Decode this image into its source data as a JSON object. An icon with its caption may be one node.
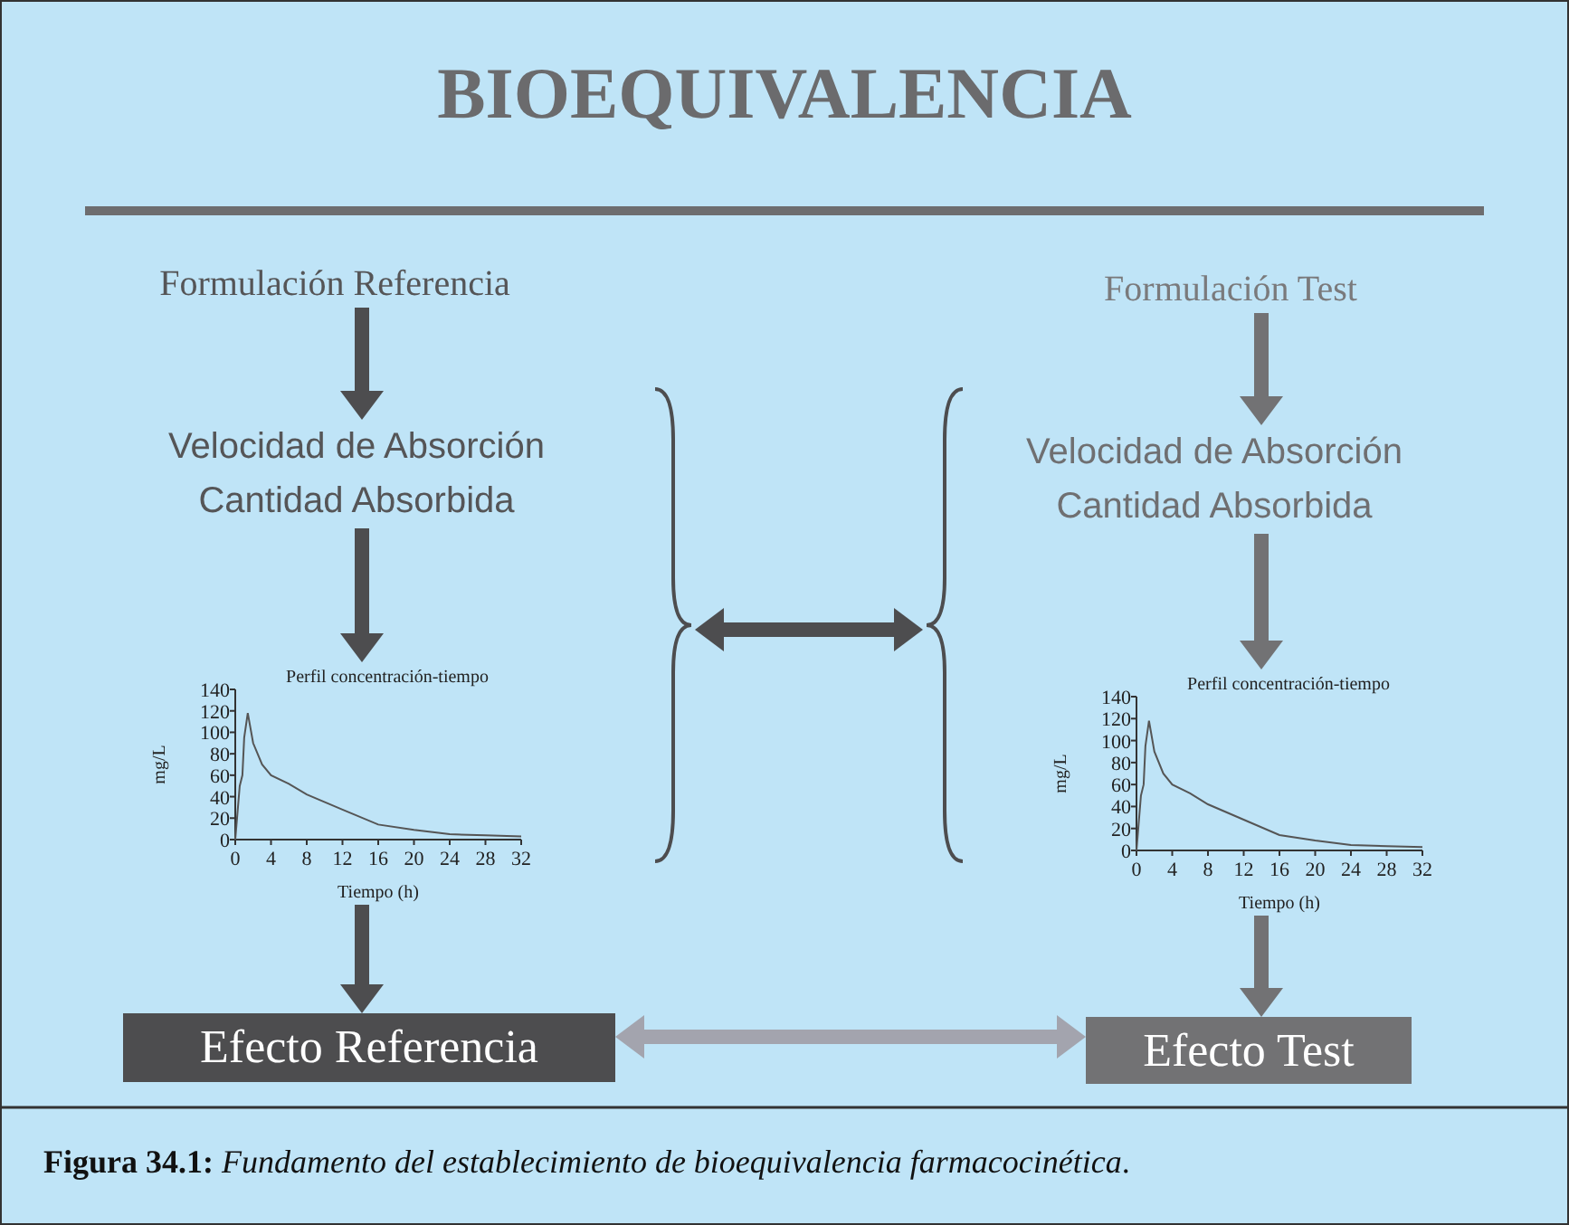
{
  "diagram": {
    "title": "BIOEQUIVALENCIA",
    "caption": "**Figura 34.1:** *Fundamento del establecimiento de bioequivalencia farmacocinética*.",
    "nodes": [
      {
        "text": [
          "Formulación Referencia"
        ]
      },
      {
        "text": [
          "Velocidad de Absorción",
          "Cantidad Absorbida"
        ]
      },
      {
        "text": [],
        "shape": "picture"
      },
      {
        "text": [
          "Efecto Referencia"
        ]
      },
      {
        "text": [],
        "shape": "brace"
      },
      {
        "text": [],
        "shape": "brace"
      },
      {
        "text": [
          "Formulación Test"
        ]
      },
      {
        "text": [
          "Velocidad de Absorción",
          "Cantidad Absorbida"
        ]
      },
      {
        "text": [],
        "shape": "picture"
      },
      {
        "text": [
          "Efecto Test"
        ]
      }
    ],
    "edges": [
      {
        "from": 0,
        "to": 1,
        "arrow": "to",
        "color": "#4d4d4f"
      },
      {
        "from": 1,
        "to": 2,
        "arrow": "to",
        "color": "#4d4d4f"
      },
      {
        "from": 2,
        "to": 3,
        "arrow": "to",
        "color": "#4d4d4f"
      },
      {
        "from": 4,
        "to": 5,
        "arrow": "both",
        "color": "#4d4d4f"
      },
      {
        "from": 6,
        "to": 7,
        "arrow": "to",
        "color": "#727274"
      },
      {
        "from": 7,
        "to": 8,
        "arrow": "to",
        "color": "#727274"
      },
      {
        "from": 8,
        "to": 9,
        "arrow": "to",
        "color": "#727274"
      },
      {
        "from": 3,
        "to": 9,
        "arrow": "both",
        "color": "#a3a4ae"
      }
    ],
    "chart_data": [
      {
        "type": "line",
        "title": "Perfil concentración-tiempo",
        "xlabel": "Tiempo (h)",
        "ylabel": "mg/L",
        "x": [
          0,
          0.5,
          0.8,
          1,
          1.4,
          2,
          3,
          4,
          6,
          8,
          12,
          16,
          20,
          24,
          28,
          32
        ],
        "series": [
          {
            "color": "#555555",
            "values": [
              0,
              50,
              60,
              95,
              118,
              90,
              70,
              60,
              52,
              42,
              28,
              14,
              9,
              5,
              4,
              3
            ]
          }
        ],
        "xlim": [
          0,
          32
        ],
        "ylim": [
          0,
          140
        ],
        "xticks": [
          0,
          4,
          8,
          12,
          16,
          20,
          24,
          28,
          32
        ],
        "yticks": [
          0,
          20,
          40,
          60,
          80,
          100,
          120,
          140
        ]
      },
      {
        "type": "line",
        "title": "Perfil concentración-tiempo",
        "xlabel": "Tiempo (h)",
        "ylabel": "mg/L",
        "x": [
          0,
          0.5,
          0.8,
          1,
          1.4,
          2,
          3,
          4,
          6,
          8,
          12,
          16,
          20,
          24,
          28,
          32
        ],
        "series": [
          {
            "color": "#555555",
            "values": [
              0,
              50,
              60,
              95,
              118,
              90,
              70,
              60,
              52,
              42,
              28,
              14,
              9,
              5,
              4,
              3
            ]
          }
        ],
        "xlim": [
          0,
          32
        ],
        "ylim": [
          0,
          140
        ],
        "xticks": [
          0,
          4,
          8,
          12,
          16,
          20,
          24,
          28,
          32
        ],
        "yticks": [
          0,
          20,
          40,
          60,
          80,
          100,
          120,
          140
        ]
      }
    ]
  }
}
